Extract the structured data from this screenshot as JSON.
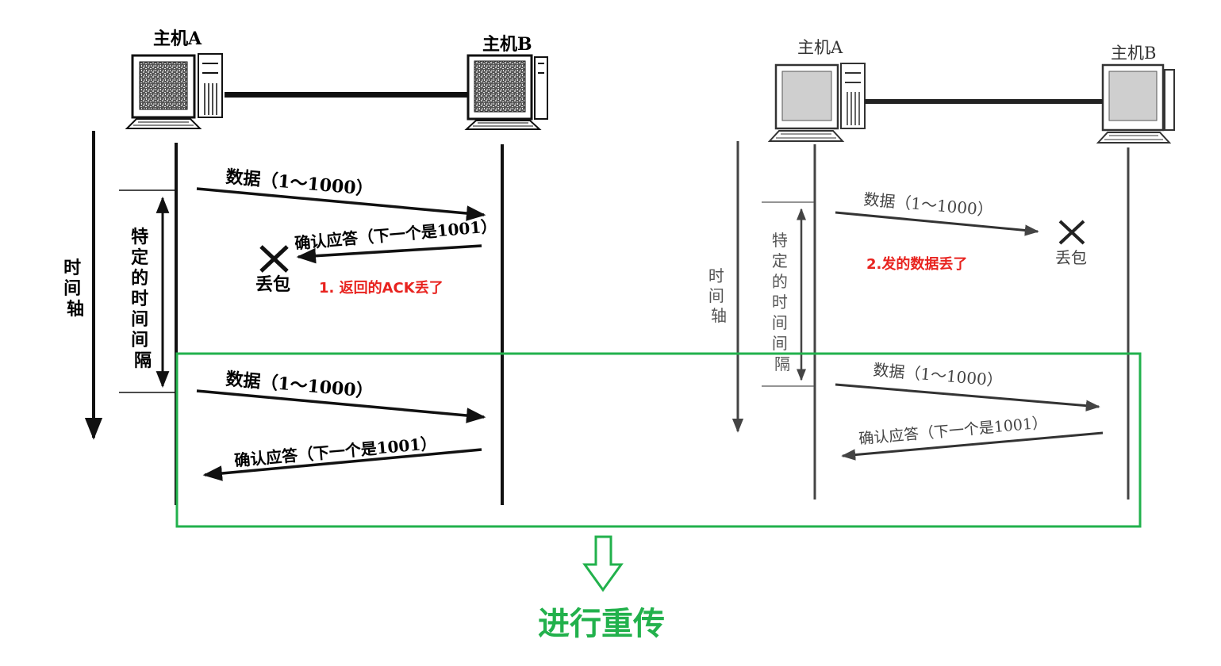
{
  "left": {
    "host_a": "主机A",
    "host_b": "主机B",
    "time_axis": [
      "时",
      "间",
      "轴"
    ],
    "interval": [
      "特",
      "定",
      "的",
      "时",
      "间",
      "间",
      "隔"
    ],
    "data1": "数据（1～1000）",
    "ack1": "确认应答（下一个是1001）",
    "lost": "丢包",
    "note": "1. 返回的ACK丢了",
    "data2": "数据（1～1000）",
    "ack2": "确认应答（下一个是1001）"
  },
  "right": {
    "host_a": "主机A",
    "host_b": "主机B",
    "time_axis": [
      "时",
      "间",
      "轴"
    ],
    "interval": [
      "特",
      "定",
      "的",
      "时",
      "间",
      "间",
      "隔"
    ],
    "data1": "数据（1～1000）",
    "lost": "丢包",
    "note": "2.发的数据丢了",
    "data2": "数据（1～1000）",
    "ack2": "确认应答（下一个是1001）"
  },
  "result": "进行重传",
  "colors": {
    "highlight": "#22b14c",
    "note": "#e8231f",
    "line": "#111111"
  }
}
